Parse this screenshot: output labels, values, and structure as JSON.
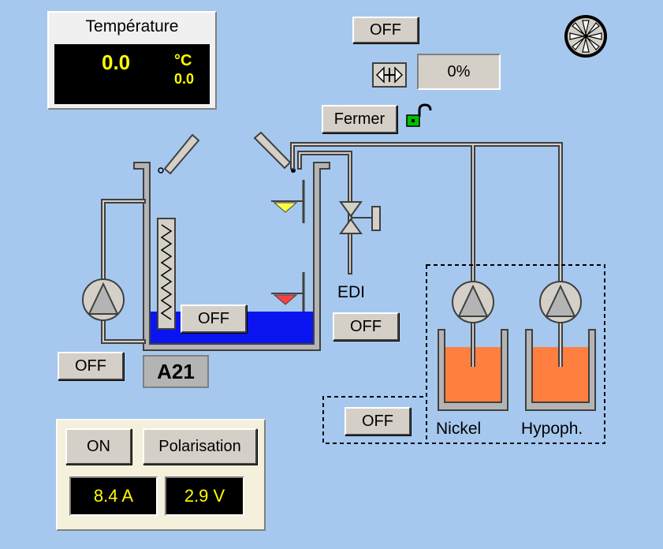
{
  "temperature": {
    "title": "Température",
    "value": "0.0",
    "unit": "°C",
    "setpoint": "0.0"
  },
  "agitation": {
    "state": "OFF",
    "percent": "0%"
  },
  "lid": {
    "close_label": "Fermer"
  },
  "tank": {
    "id": "A21",
    "heater_state": "OFF",
    "liquid_color": "#0a14f0"
  },
  "circulation_pump": {
    "state": "OFF"
  },
  "edi": {
    "label": "EDI",
    "state": "OFF"
  },
  "dosing": {
    "state": "OFF",
    "nickel_label": "Nickel",
    "hypoph_label": "Hypoph.",
    "fill_color": "#ff7f40"
  },
  "rectifier": {
    "on_label": "ON",
    "polarisation_label": "Polarisation",
    "current": "8.4 A",
    "voltage": "2.9 V"
  },
  "colors": {
    "background": "#a6c8ee",
    "alarm_bar": "#ff0000",
    "lock": "#00c000"
  }
}
